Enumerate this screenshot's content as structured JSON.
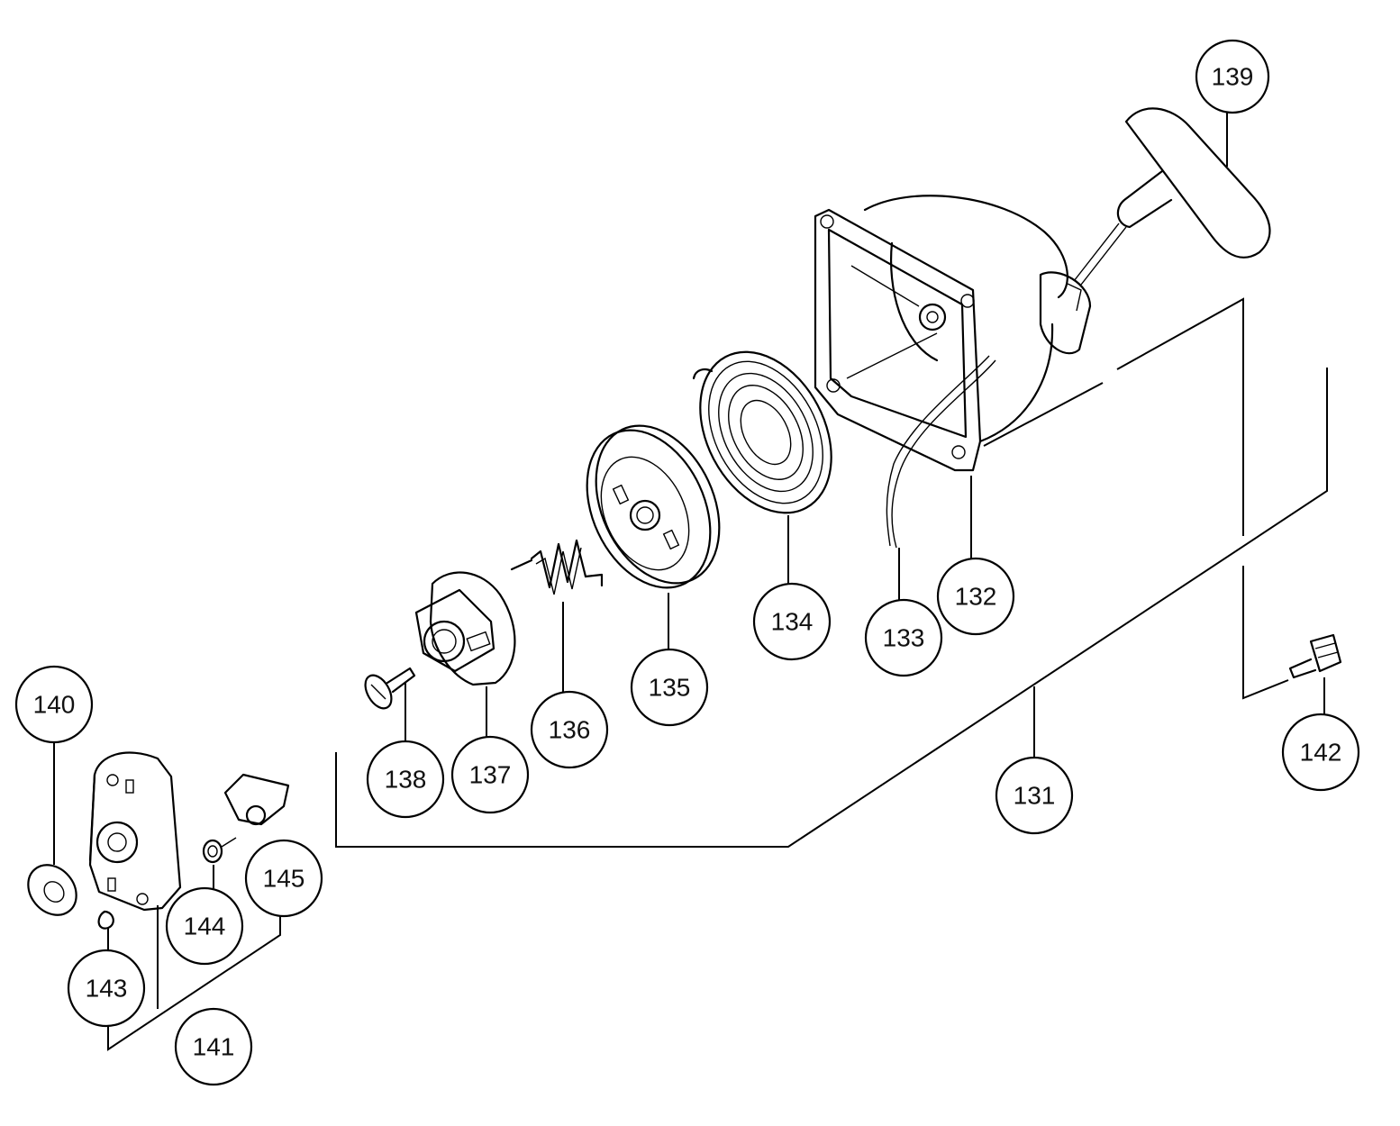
{
  "callouts": [
    {
      "id": "139",
      "label": "139"
    },
    {
      "id": "134",
      "label": "134"
    },
    {
      "id": "132",
      "label": "132"
    },
    {
      "id": "133",
      "label": "133"
    },
    {
      "id": "135",
      "label": "135"
    },
    {
      "id": "136",
      "label": "136"
    },
    {
      "id": "137",
      "label": "137"
    },
    {
      "id": "138",
      "label": "138"
    },
    {
      "id": "131",
      "label": "131"
    },
    {
      "id": "140",
      "label": "140"
    },
    {
      "id": "142",
      "label": "142"
    },
    {
      "id": "145",
      "label": "145"
    },
    {
      "id": "144",
      "label": "144"
    },
    {
      "id": "143",
      "label": "143"
    },
    {
      "id": "141",
      "label": "141"
    }
  ]
}
